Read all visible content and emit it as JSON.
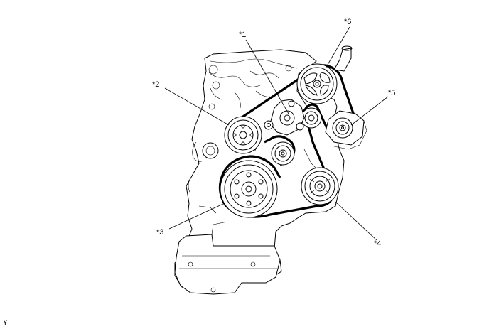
{
  "callouts": [
    "*1",
    "*2",
    "*3",
    "*4",
    "*5",
    "*6"
  ],
  "figure_code": "Y"
}
